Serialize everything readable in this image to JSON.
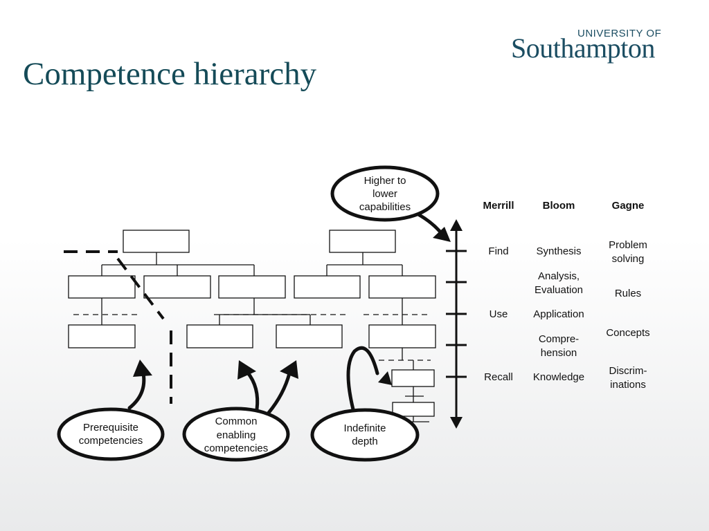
{
  "title": "Competence hierarchy",
  "logo": {
    "top_line": "UNIVERSITY OF",
    "main_line": "Southampton"
  },
  "colors": {
    "title": "#154b58",
    "logo": "#1b4d62",
    "lines": "#111111"
  },
  "bubbles": {
    "higher_lower": [
      "Higher to",
      "lower",
      "capabilities"
    ],
    "prerequisite": [
      "Prerequisite",
      "competencies"
    ],
    "common": [
      "Common",
      "enabling",
      "competencies"
    ],
    "indefinite": [
      "Indefinite",
      "depth"
    ]
  },
  "taxonomy": {
    "headers": {
      "merrill": "Merrill",
      "bloom": "Bloom",
      "gagne": "Gagne"
    },
    "merrill": [
      "Find",
      "Use",
      "Recall"
    ],
    "bloom": [
      [
        "Synthesis"
      ],
      [
        "Analysis,",
        "Evaluation"
      ],
      [
        "Application"
      ],
      [
        "Compre-",
        "hension"
      ],
      [
        "Knowledge"
      ]
    ],
    "gagne": [
      [
        "Problem",
        "solving"
      ],
      [
        "Rules"
      ],
      [
        "Concepts"
      ],
      [
        "Discrim-",
        "inations"
      ]
    ]
  }
}
